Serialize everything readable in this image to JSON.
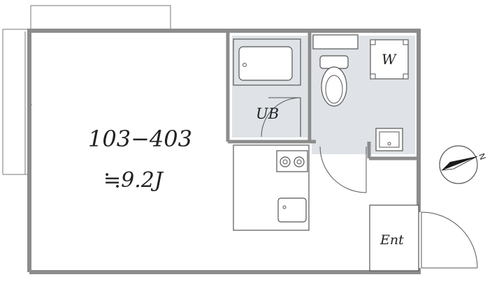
{
  "plan": {
    "unit_number": "103−403",
    "room_size": "≒9.2J",
    "unit_bath_label": "UB",
    "washer_label": "W",
    "entrance_label": "Ent",
    "compass_label": "N"
  },
  "colors": {
    "wall": "#8c8c8c",
    "wet_area": "#dfe3e7",
    "line": "#555555"
  }
}
